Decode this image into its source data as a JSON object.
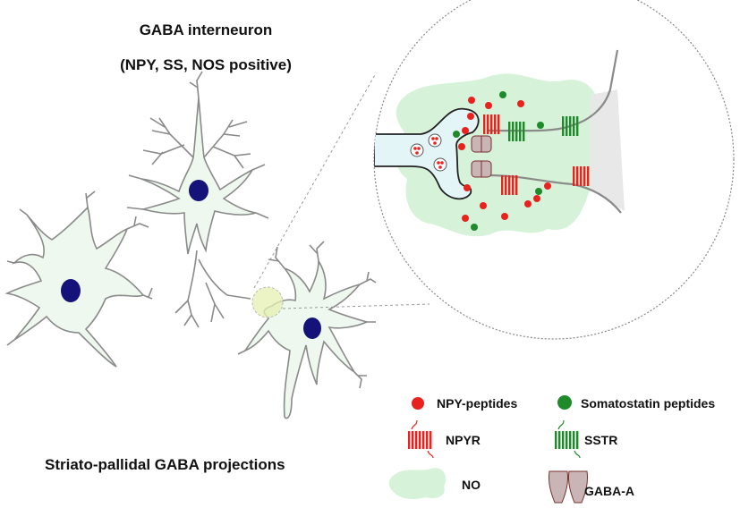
{
  "diagram": {
    "title_line1": "GABA interneuron",
    "title_line2": "(NPY, SS, NOS positive)",
    "projection_label": "Striato-pallidal GABA projections"
  },
  "legend": {
    "npy": {
      "label": "NPY-peptides",
      "color": "#e8231f"
    },
    "ss": {
      "label": "Somatostatin peptides",
      "color": "#1f8a2a"
    },
    "npyr": {
      "label": "NPYR",
      "color": "#e8231f"
    },
    "sstr": {
      "label": "SSTR",
      "color": "#1f8a2a"
    },
    "no": {
      "label": "NO",
      "color": "#d6f2d9"
    },
    "gaba_a": {
      "label": "GABA-A",
      "color": "#c9b5b5"
    }
  },
  "colors": {
    "neuron_fill": "#eef8ee",
    "neuron_stroke": "#8a8a8a",
    "nucleus": "#15127a",
    "highlight": "#e6efb0"
  }
}
